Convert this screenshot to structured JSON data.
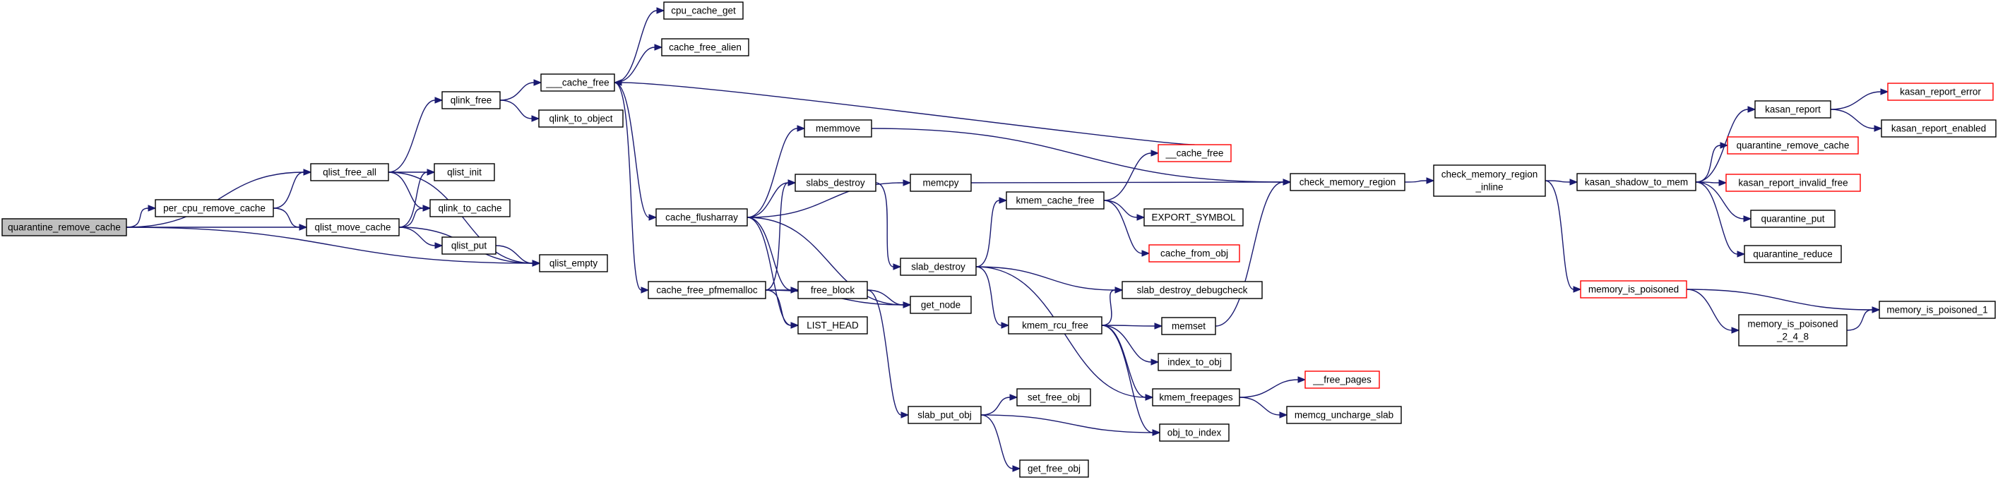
{
  "graph": {
    "root": "quarantine_remove_cache",
    "edge_color": "#191970",
    "truncated_border_color": "#ff0000",
    "root_fill_color": "#bfbfbf",
    "nodes": [
      {
        "id": "quarantine_remove_cache",
        "lines": [
          "quarantine_remove_cache"
        ],
        "root": true
      },
      {
        "id": "per_cpu_remove_cache",
        "lines": [
          "per_cpu_remove_cache"
        ]
      },
      {
        "id": "qlist_free_all",
        "lines": [
          "qlist_free_all"
        ]
      },
      {
        "id": "qlist_move_cache",
        "lines": [
          "qlist_move_cache"
        ]
      },
      {
        "id": "qlist_empty",
        "lines": [
          "qlist_empty"
        ]
      },
      {
        "id": "qlink_free",
        "lines": [
          "qlink_free"
        ]
      },
      {
        "id": "qlist_init",
        "lines": [
          "qlist_init"
        ]
      },
      {
        "id": "qlink_to_cache",
        "lines": [
          "qlink_to_cache"
        ]
      },
      {
        "id": "qlist_put",
        "lines": [
          "qlist_put"
        ]
      },
      {
        "id": "___cache_free",
        "lines": [
          "___cache_free"
        ]
      },
      {
        "id": "qlink_to_object",
        "lines": [
          "qlink_to_object"
        ]
      },
      {
        "id": "cpu_cache_get",
        "lines": [
          "cpu_cache_get"
        ]
      },
      {
        "id": "cache_free_alien",
        "lines": [
          "cache_free_alien"
        ]
      },
      {
        "id": "cache_flusharray",
        "lines": [
          "cache_flusharray"
        ]
      },
      {
        "id": "cache_free_pfmemalloc",
        "lines": [
          "cache_free_pfmemalloc"
        ]
      },
      {
        "id": "memmove",
        "lines": [
          "memmove"
        ]
      },
      {
        "id": "memcpy",
        "lines": [
          "memcpy"
        ]
      },
      {
        "id": "slabs_destroy",
        "lines": [
          "slabs_destroy"
        ]
      },
      {
        "id": "free_block",
        "lines": [
          "free_block"
        ]
      },
      {
        "id": "get_node",
        "lines": [
          "get_node"
        ]
      },
      {
        "id": "LIST_HEAD",
        "lines": [
          "LIST_HEAD"
        ]
      },
      {
        "id": "slab_destroy",
        "lines": [
          "slab_destroy"
        ]
      },
      {
        "id": "slab_put_obj",
        "lines": [
          "slab_put_obj"
        ]
      },
      {
        "id": "set_free_obj",
        "lines": [
          "set_free_obj"
        ]
      },
      {
        "id": "get_free_obj",
        "lines": [
          "get_free_obj"
        ]
      },
      {
        "id": "__cache_free",
        "lines": [
          "__cache_free"
        ],
        "truncated": true
      },
      {
        "id": "kmem_cache_free",
        "lines": [
          "kmem_cache_free"
        ]
      },
      {
        "id": "EXPORT_SYMBOL",
        "lines": [
          "EXPORT_SYMBOL"
        ]
      },
      {
        "id": "cache_from_obj",
        "lines": [
          "cache_from_obj"
        ],
        "truncated": true
      },
      {
        "id": "slab_destroy_debugcheck",
        "lines": [
          "slab_destroy_debugcheck"
        ]
      },
      {
        "id": "kmem_rcu_free",
        "lines": [
          "kmem_rcu_free"
        ]
      },
      {
        "id": "memset",
        "lines": [
          "memset"
        ]
      },
      {
        "id": "index_to_obj",
        "lines": [
          "index_to_obj"
        ]
      },
      {
        "id": "kmem_freepages",
        "lines": [
          "kmem_freepages"
        ]
      },
      {
        "id": "obj_to_index",
        "lines": [
          "obj_to_index"
        ]
      },
      {
        "id": "__free_pages",
        "lines": [
          "__free_pages"
        ],
        "truncated": true
      },
      {
        "id": "memcg_uncharge_slab",
        "lines": [
          "memcg_uncharge_slab"
        ]
      },
      {
        "id": "check_memory_region",
        "lines": [
          "check_memory_region"
        ]
      },
      {
        "id": "check_memory_region_inline",
        "lines": [
          "check_memory_region",
          "_inline"
        ]
      },
      {
        "id": "kasan_shadow_to_mem",
        "lines": [
          "kasan_shadow_to_mem"
        ]
      },
      {
        "id": "memory_is_poisoned",
        "lines": [
          "memory_is_poisoned"
        ],
        "truncated": true
      },
      {
        "id": "kasan_report",
        "lines": [
          "kasan_report"
        ]
      },
      {
        "id": "kasan_report_error",
        "lines": [
          "kasan_report_error"
        ],
        "truncated": true
      },
      {
        "id": "kasan_report_enabled",
        "lines": [
          "kasan_report_enabled"
        ]
      },
      {
        "id": "quarantine_remove_cache_2",
        "lines": [
          "quarantine_remove_cache"
        ],
        "truncated": true
      },
      {
        "id": "kasan_report_invalid_free",
        "lines": [
          "kasan_report_invalid_free"
        ],
        "truncated": true
      },
      {
        "id": "quarantine_put",
        "lines": [
          "quarantine_put"
        ]
      },
      {
        "id": "quarantine_reduce",
        "lines": [
          "quarantine_reduce"
        ]
      },
      {
        "id": "memory_is_poisoned_1",
        "lines": [
          "memory_is_poisoned_1"
        ]
      },
      {
        "id": "memory_is_poisoned_2_4_8",
        "lines": [
          "memory_is_poisoned",
          "_2_4_8"
        ]
      }
    ],
    "edges": [
      [
        "quarantine_remove_cache",
        "per_cpu_remove_cache"
      ],
      [
        "quarantine_remove_cache",
        "qlist_free_all"
      ],
      [
        "quarantine_remove_cache",
        "qlist_move_cache"
      ],
      [
        "quarantine_remove_cache",
        "qlist_empty"
      ],
      [
        "per_cpu_remove_cache",
        "qlist_free_all"
      ],
      [
        "per_cpu_remove_cache",
        "qlist_move_cache"
      ],
      [
        "qlist_free_all",
        "qlink_free"
      ],
      [
        "qlist_free_all",
        "qlist_init"
      ],
      [
        "qlist_free_all",
        "qlink_to_cache"
      ],
      [
        "qlist_free_all",
        "qlist_empty"
      ],
      [
        "qlist_move_cache",
        "qlist_init"
      ],
      [
        "qlist_move_cache",
        "qlink_to_cache"
      ],
      [
        "qlist_move_cache",
        "qlist_put"
      ],
      [
        "qlist_move_cache",
        "qlist_empty"
      ],
      [
        "qlist_put",
        "qlist_empty"
      ],
      [
        "qlink_free",
        "___cache_free"
      ],
      [
        "qlink_free",
        "qlink_to_object"
      ],
      [
        "___cache_free",
        "cpu_cache_get"
      ],
      [
        "___cache_free",
        "cache_free_alien"
      ],
      [
        "___cache_free",
        "cache_flusharray"
      ],
      [
        "___cache_free",
        "cache_free_pfmemalloc"
      ],
      [
        "cache_flusharray",
        "memmove"
      ],
      [
        "cache_flusharray",
        "memcpy"
      ],
      [
        "cache_flusharray",
        "slabs_destroy"
      ],
      [
        "cache_flusharray",
        "free_block"
      ],
      [
        "cache_flusharray",
        "get_node"
      ],
      [
        "cache_flusharray",
        "LIST_HEAD"
      ],
      [
        "cache_free_pfmemalloc",
        "slabs_destroy"
      ],
      [
        "cache_free_pfmemalloc",
        "free_block"
      ],
      [
        "cache_free_pfmemalloc",
        "get_node"
      ],
      [
        "cache_free_pfmemalloc",
        "LIST_HEAD"
      ],
      [
        "free_block",
        "get_node"
      ],
      [
        "free_block",
        "slab_put_obj"
      ],
      [
        "slabs_destroy",
        "slab_destroy"
      ],
      [
        "slab_destroy",
        "kmem_cache_free"
      ],
      [
        "slab_destroy",
        "slab_destroy_debugcheck"
      ],
      [
        "slab_destroy",
        "kmem_rcu_free"
      ],
      [
        "slab_destroy",
        "kmem_freepages"
      ],
      [
        "slab_put_obj",
        "set_free_obj"
      ],
      [
        "slab_put_obj",
        "obj_to_index"
      ],
      [
        "slab_put_obj",
        "get_free_obj"
      ],
      [
        "kmem_cache_free",
        "__cache_free"
      ],
      [
        "kmem_cache_free",
        "EXPORT_SYMBOL"
      ],
      [
        "kmem_cache_free",
        "cache_from_obj"
      ],
      [
        "__cache_free",
        "___cache_free"
      ],
      [
        "kmem_rcu_free",
        "slab_destroy_debugcheck"
      ],
      [
        "kmem_rcu_free",
        "memset"
      ],
      [
        "kmem_rcu_free",
        "index_to_obj"
      ],
      [
        "kmem_rcu_free",
        "kmem_freepages"
      ],
      [
        "kmem_rcu_free",
        "obj_to_index"
      ],
      [
        "kmem_freepages",
        "__free_pages"
      ],
      [
        "kmem_freepages",
        "memcg_uncharge_slab"
      ],
      [
        "memmove",
        "check_memory_region"
      ],
      [
        "memcpy",
        "check_memory_region"
      ],
      [
        "memset",
        "check_memory_region"
      ],
      [
        "check_memory_region",
        "check_memory_region_inline"
      ],
      [
        "check_memory_region_inline",
        "kasan_shadow_to_mem"
      ],
      [
        "check_memory_region_inline",
        "memory_is_poisoned"
      ],
      [
        "kasan_shadow_to_mem",
        "kasan_report"
      ],
      [
        "kasan_shadow_to_mem",
        "quarantine_remove_cache_2"
      ],
      [
        "kasan_shadow_to_mem",
        "kasan_report_invalid_free"
      ],
      [
        "kasan_shadow_to_mem",
        "quarantine_put"
      ],
      [
        "kasan_shadow_to_mem",
        "quarantine_reduce"
      ],
      [
        "kasan_report",
        "kasan_report_error"
      ],
      [
        "kasan_report",
        "kasan_report_enabled"
      ],
      [
        "memory_is_poisoned",
        "memory_is_poisoned_1"
      ],
      [
        "memory_is_poisoned",
        "memory_is_poisoned_2_4_8"
      ],
      [
        "memory_is_poisoned_2_4_8",
        "memory_is_poisoned_1"
      ]
    ]
  }
}
